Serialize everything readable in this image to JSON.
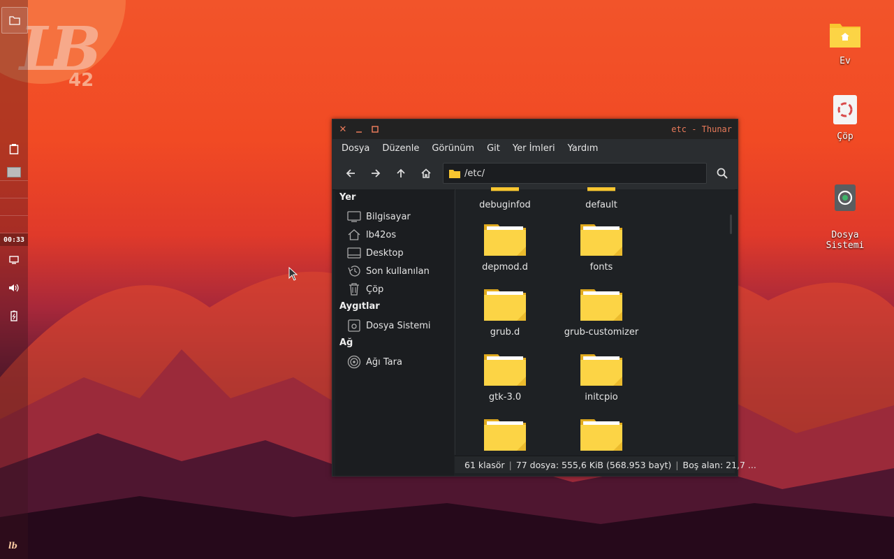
{
  "panel": {
    "clock": "00:33"
  },
  "logo": {
    "main": "LB",
    "sub": "42"
  },
  "desktop_icons": [
    {
      "name": "home",
      "label": "Ev"
    },
    {
      "name": "trash",
      "label": "Çöp"
    },
    {
      "name": "filesystem",
      "label": "Dosya\nSistemi"
    }
  ],
  "window": {
    "title": "etc - Thunar",
    "menu": [
      "Dosya",
      "Düzenle",
      "Görünüm",
      "Git",
      "Yer İmleri",
      "Yardım"
    ],
    "address": "/etc/",
    "sidebar": {
      "places_header": "Yer",
      "places": [
        "Bilgisayar",
        "lb42os",
        "Desktop",
        "Son kullanılan",
        "Çöp"
      ],
      "devices_header": "Aygıtlar",
      "devices": [
        "Dosya Sistemi"
      ],
      "network_header": "Ağ",
      "network": [
        "Ağı Tara"
      ]
    },
    "folders": [
      "debuginfod",
      "default",
      "depmod.d",
      "fonts",
      "grub.d",
      "grub-customizer",
      "gtk-3.0",
      "initcpio",
      "",
      ""
    ],
    "status": {
      "folders": "61 klasör",
      "files": "77 dosya: 555,6 KiB (568.953 bayt)",
      "free": "Boş alan: 21,7 ..."
    }
  },
  "colors": {
    "folder": "#f8c630",
    "folder_dark": "#e0aa1e",
    "accent": "#e87a5a"
  }
}
